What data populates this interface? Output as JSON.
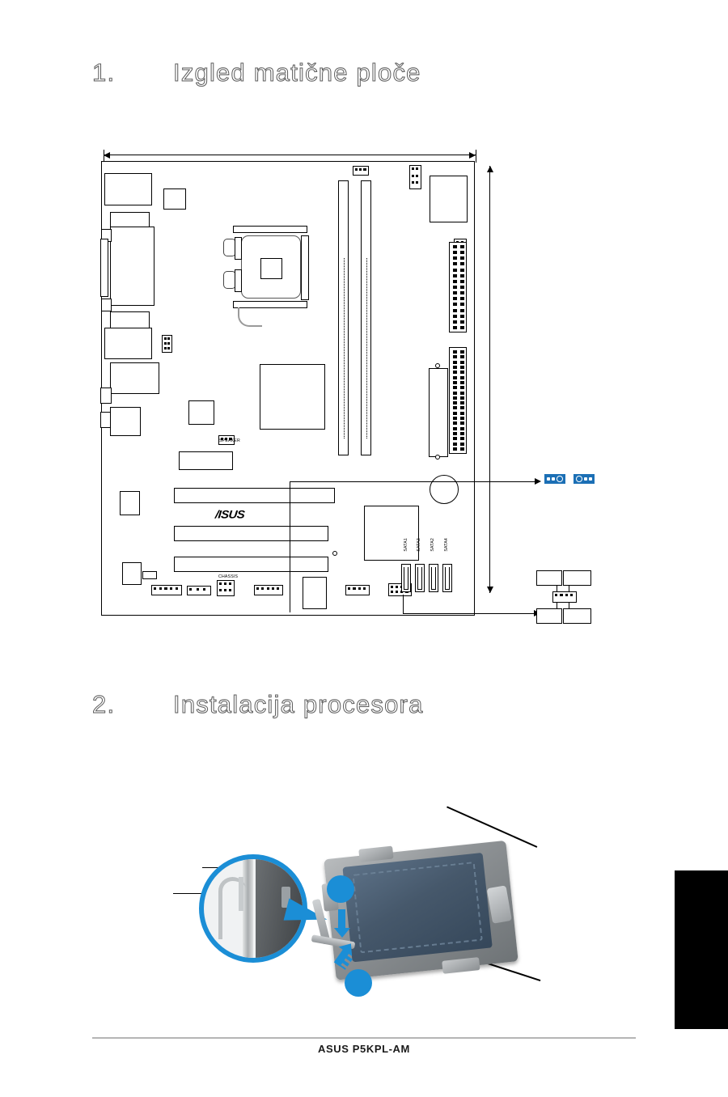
{
  "document": {
    "footer_title": "ASUS P5KPL-AM"
  },
  "sections": [
    {
      "number": "1.",
      "title": "Izgled matične ploče"
    },
    {
      "number": "2.",
      "title": "Instalacija procesora"
    }
  ],
  "motherboard_diagram": {
    "brand_logo": "/ISUS",
    "labels": {
      "speaker": "SPEAKER",
      "chassis": "CHASSIS",
      "sata1": "SATA1",
      "sata3": "SATA3",
      "sata2": "SATA2",
      "sata4": "SATA4"
    }
  },
  "colors": {
    "accent_blue": "#1b8ed6",
    "jumper_blue": "#1b6fb5",
    "line_black": "#000000",
    "heading_outline": "#5a5a5a",
    "page_tab": "#000000",
    "footer_rule": "#b5b5b5"
  }
}
